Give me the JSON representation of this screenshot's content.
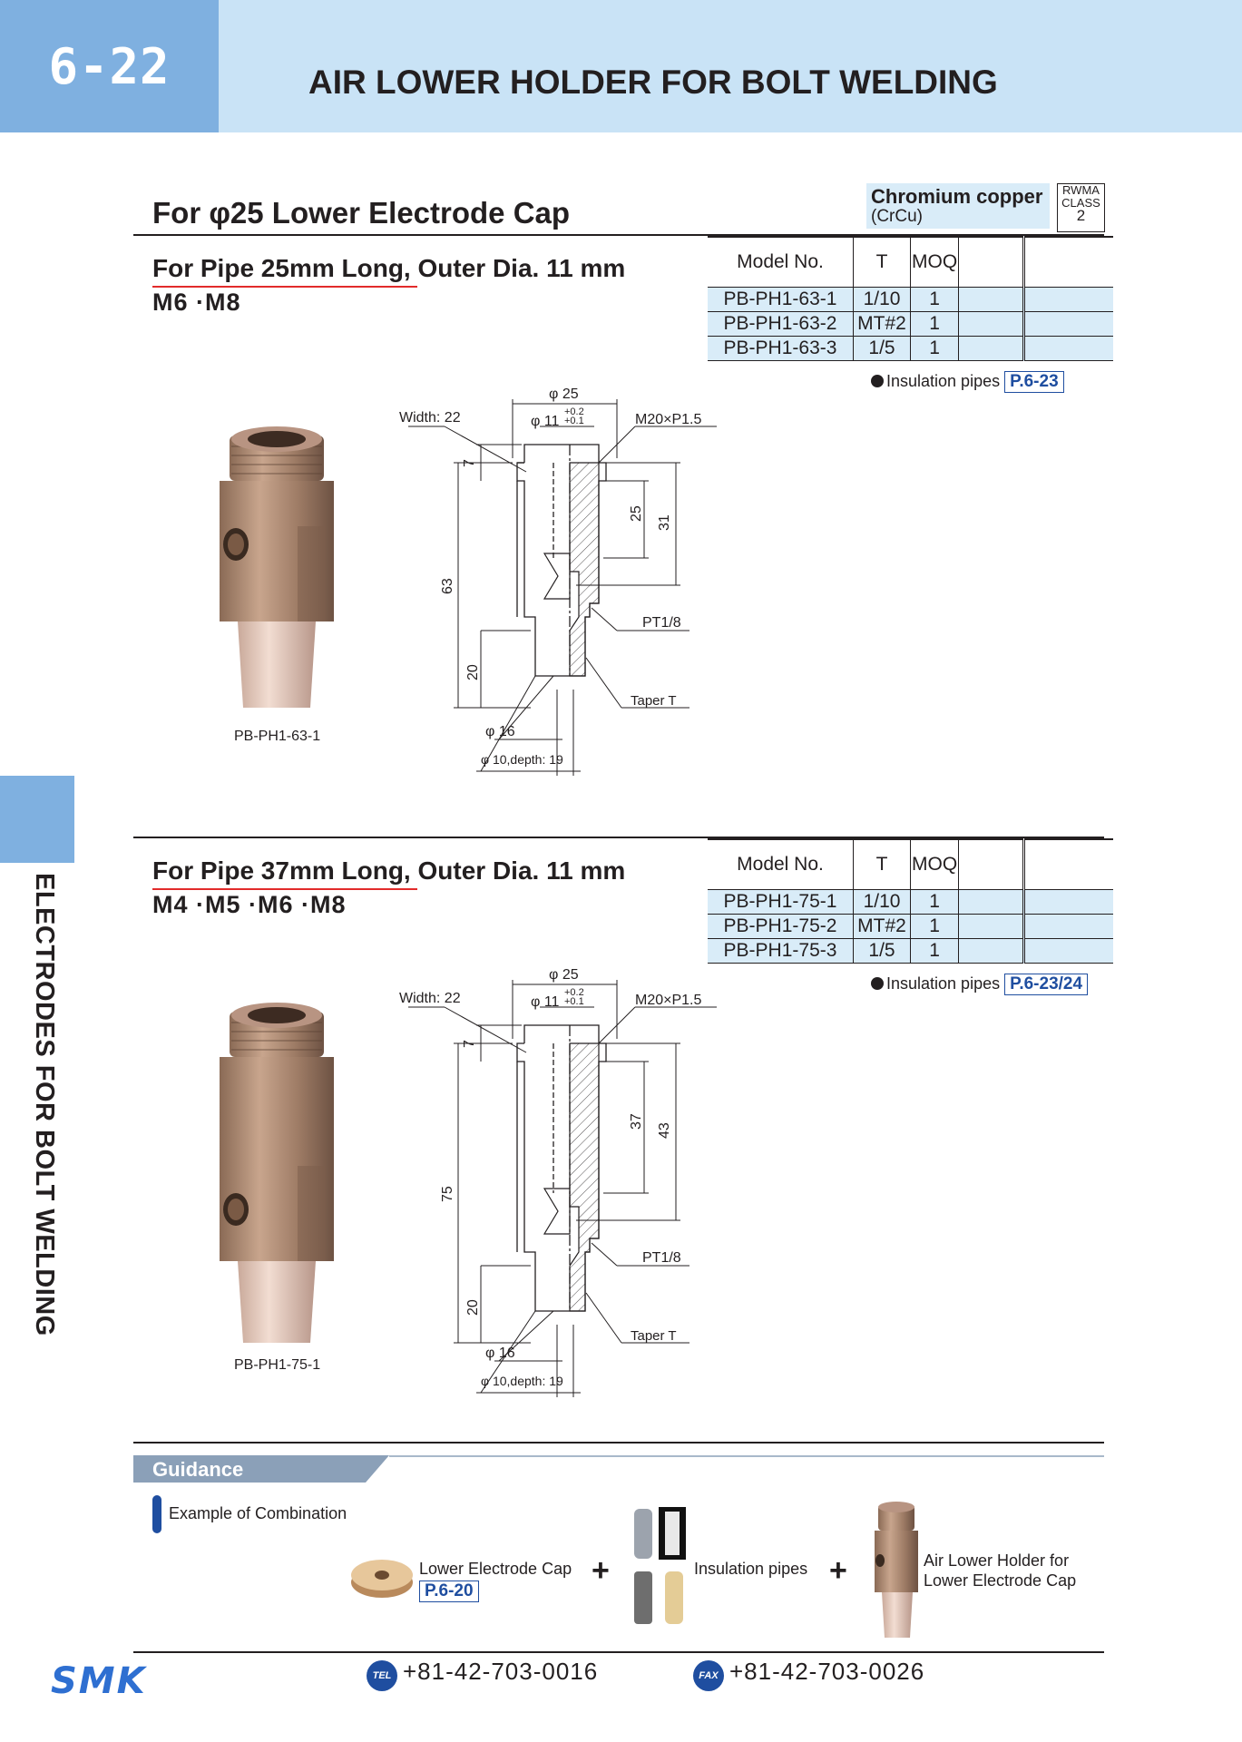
{
  "header": {
    "page_num": "6-22",
    "title": "AIR LOWER HOLDER FOR BOLT WELDING"
  },
  "side_label": "ELECTRODES FOR BOLT WELDING",
  "section": {
    "title": "For φ25 Lower Electrode Cap",
    "material": {
      "name": "Chromium copper",
      "symbol": "(CrCu)",
      "rwma_line1": "RWMA",
      "rwma_line2": "CLASS",
      "rwma_class": "2"
    }
  },
  "products": [
    {
      "subtitle_pre": "For Pipe 25mm Long,",
      "subtitle_post": " Outer Dia. 11 mm",
      "sizes": "M6 ·M8",
      "table": {
        "headers": [
          "Model No.",
          "T",
          "MOQ",
          "",
          ""
        ],
        "rows": [
          [
            "PB-PH1-63-1",
            "1/10",
            "1"
          ],
          [
            "PB-PH1-63-2",
            "MT#2",
            "1"
          ],
          [
            "PB-PH1-63-3",
            "1/5",
            "1"
          ]
        ]
      },
      "insulation_label": "Insulation pipes",
      "insulation_ref": "P.6-23",
      "photo_caption": "PB-PH1-63-1",
      "dims": {
        "width": "Width: 22",
        "outer": "φ 25",
        "inner": "φ 11",
        "tol_plus": "+0.2",
        "tol_minus": "+0.1",
        "thread": "M20×P1.5",
        "top": "7",
        "mid": "25",
        "bore": "31",
        "total": "63",
        "bottom": "20",
        "port": "PT1/8",
        "taper": "Taper T",
        "tip": "φ 16",
        "tip_bore": "φ 10,depth: 19"
      }
    },
    {
      "subtitle_pre": "For Pipe 37mm Long,",
      "subtitle_post": " Outer Dia. 11 mm",
      "sizes": "M4 ·M5 ·M6 ·M8",
      "table": {
        "headers": [
          "Model No.",
          "T",
          "MOQ",
          "",
          ""
        ],
        "rows": [
          [
            "PB-PH1-75-1",
            "1/10",
            "1"
          ],
          [
            "PB-PH1-75-2",
            "MT#2",
            "1"
          ],
          [
            "PB-PH1-75-3",
            "1/5",
            "1"
          ]
        ]
      },
      "insulation_label": "Insulation pipes",
      "insulation_ref": "P.6-23/24",
      "photo_caption": "PB-PH1-75-1",
      "dims": {
        "width": "Width: 22",
        "outer": "φ 25",
        "inner": "φ 11",
        "tol_plus": "+0.2",
        "tol_minus": "+0.1",
        "thread": "M20×P1.5",
        "top": "7",
        "mid": "37",
        "bore": "43",
        "total": "75",
        "bottom": "20",
        "port": "PT1/8",
        "taper": "Taper T",
        "tip": "φ 16",
        "tip_bore": "φ 10,depth: 19"
      }
    }
  ],
  "guidance": {
    "title": "Guidance",
    "combo_label": "Example of Combination",
    "items": [
      {
        "label": "Lower Electrode Cap",
        "ref": "P.6-20"
      },
      {
        "label": "Insulation pipes"
      },
      {
        "label_line1": "Air Lower Holder for",
        "label_line2": "Lower Electrode Cap"
      }
    ],
    "plus": "+"
  },
  "footer": {
    "logo": "SMK",
    "tel_badge": "TEL",
    "tel": "+81-42-703-0016",
    "fax_badge": "FAX",
    "fax": "+81-42-703-0026"
  },
  "colors": {
    "header_band": "#c9e3f6",
    "header_num": "#7fb0e0",
    "accent_red": "#e22b2b",
    "link_blue": "#1f4ea0",
    "table_row": "#d9ecf8"
  }
}
